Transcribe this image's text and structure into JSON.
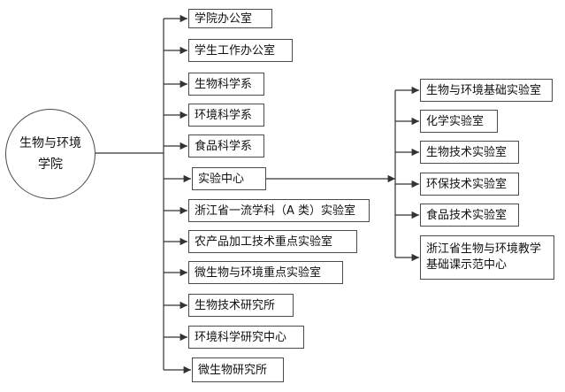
{
  "root": "生物与环境学院",
  "units": [
    "学院办公室",
    "学生工作办公室",
    "生物科学系",
    "环境科学系",
    "食品科学系",
    "实验中心",
    "浙江省一流学科（A 类）实验室",
    "农产品加工技术重点实验室",
    "微生物与环境重点实验室",
    "生物技术研究所",
    "环境科学研究中心",
    "微生物研究所"
  ],
  "labs": [
    "生物与环境基础实验室",
    "化学实验室",
    "生物技术实验室",
    "环保技术实验室",
    "食品技术实验室",
    "浙江省生物与环境教学基础课示范中心"
  ]
}
